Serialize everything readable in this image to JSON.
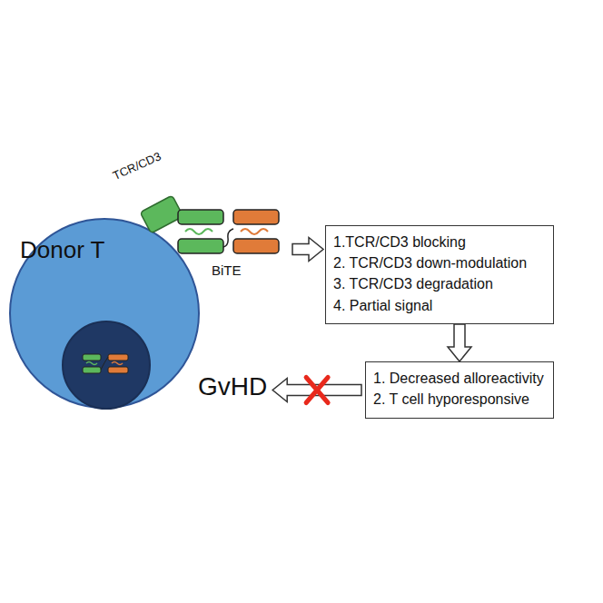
{
  "diagram": {
    "nodes": [
      {
        "text": [
          "Donor T"
        ]
      },
      {
        "text": [
          "1.TCR/CD3 blocking",
          "2. TCR/CD3 down-modulation",
          "3. TCR/CD3 degradation",
          "4. Partial signal"
        ]
      },
      {
        "text": [
          "1. Decreased alloreactivity",
          "2. T cell hyporesponsive"
        ]
      }
    ],
    "edges": [
      {
        "from": 1,
        "to": 2,
        "arrow": "to"
      }
    ],
    "labels": [
      "TCR/CD3",
      "BiTE",
      "GvHD"
    ]
  }
}
